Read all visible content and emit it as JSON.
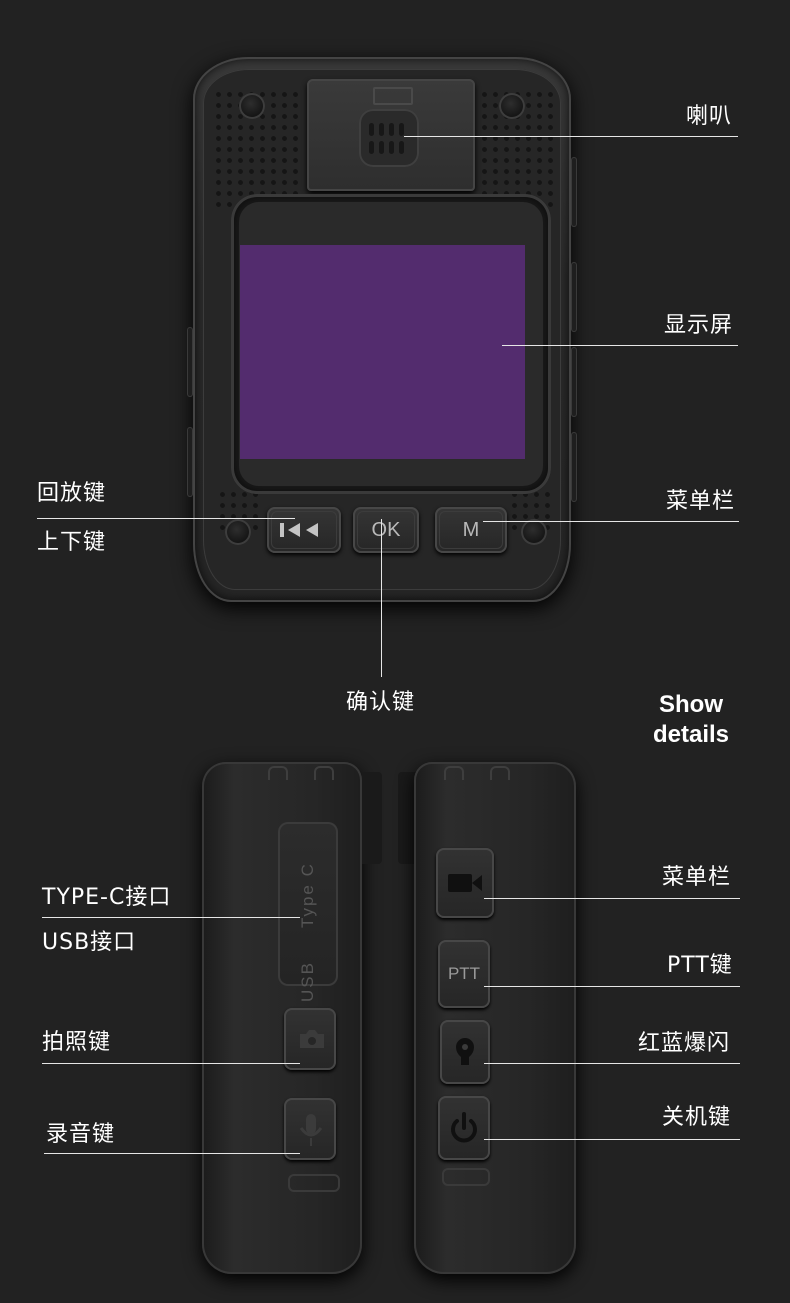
{
  "labels": {
    "speaker": "喇叭",
    "display": "显示屏",
    "playback": "回放键",
    "updown": "上下键",
    "menu": "菜单栏",
    "ok_key": "确认键",
    "type_c": "TYPE-C接口",
    "usb": "USB接口",
    "photo": "拍照键",
    "record": "录音键",
    "menu_side": "菜单栏",
    "ptt": "PTT键",
    "flash": "红蓝爆闪",
    "power": "关机键"
  },
  "show_details": {
    "line1": "Show",
    "line2": "details"
  },
  "device": {
    "ok_text": "OK",
    "m_text": "M",
    "ptt_text": "PTT",
    "port_text_1": "Type C",
    "port_text_2": "USB"
  },
  "colors": {
    "background": "#222222",
    "screen": "#532c6e",
    "body": "#2b2b2b"
  }
}
